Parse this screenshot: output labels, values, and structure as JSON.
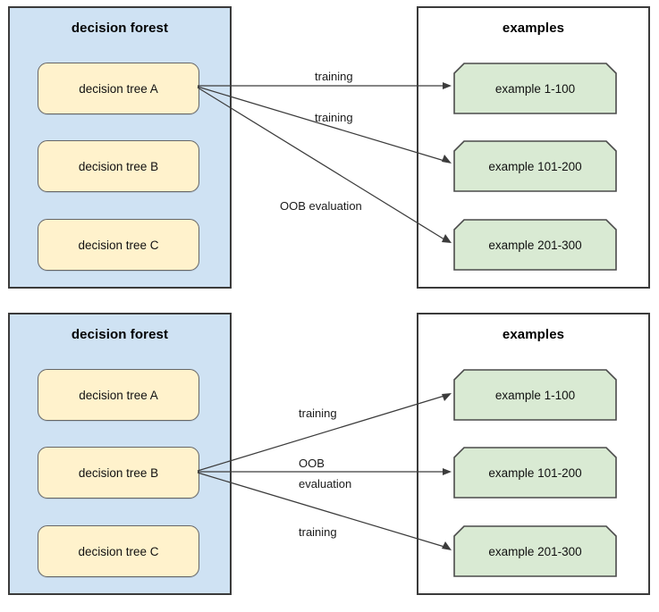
{
  "diagrams": [
    {
      "id": "top",
      "forest": {
        "title": "decision forest",
        "trees": [
          {
            "label": "decision tree A"
          },
          {
            "label": "decision tree B"
          },
          {
            "label": "decision tree C"
          }
        ]
      },
      "examples": {
        "title": "examples",
        "items": [
          {
            "label": "example 1-100"
          },
          {
            "label": "example 101-200"
          },
          {
            "label": "example 201-300"
          }
        ]
      },
      "edges": [
        {
          "label": "training",
          "from": "decision tree A",
          "to": "example 1-100"
        },
        {
          "label": "training",
          "from": "decision tree A",
          "to": "example 101-200"
        },
        {
          "label": "OOB evaluation",
          "from": "decision tree A",
          "to": "example 201-300"
        }
      ]
    },
    {
      "id": "bottom",
      "forest": {
        "title": "decision forest",
        "trees": [
          {
            "label": "decision tree A"
          },
          {
            "label": "decision tree B"
          },
          {
            "label": "decision tree C"
          }
        ]
      },
      "examples": {
        "title": "examples",
        "items": [
          {
            "label": "example 1-100"
          },
          {
            "label": "example 101-200"
          },
          {
            "label": "example 201-300"
          }
        ]
      },
      "edges": [
        {
          "label": "training",
          "from": "decision tree B",
          "to": "example 1-100"
        },
        {
          "label": "OOB",
          "label2": "evaluation",
          "from": "decision tree B",
          "to": "example 101-200"
        },
        {
          "label": "training",
          "from": "decision tree B",
          "to": "example 201-300"
        }
      ]
    }
  ],
  "colors": {
    "forest_panel_fill": "#cfe2f3",
    "panel_border": "#3b3b3b",
    "tree_fill": "#fff2cc",
    "tree_border": "#666666",
    "example_fill": "#d9ead3",
    "example_border": "#4b4b4b",
    "connector": "#3c3c3c",
    "text": "#000000"
  }
}
